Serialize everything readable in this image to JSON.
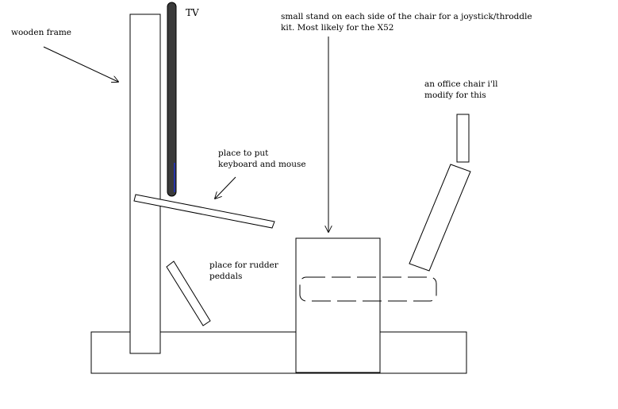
{
  "labels": {
    "wooden_frame": "wooden frame",
    "tv": "TV",
    "keyboard_line1": "place to put",
    "keyboard_line2": "keyboard and mouse",
    "rudder_line1": "place for rudder",
    "rudder_line2": "peddals",
    "stand_line1": "small stand on each side of the chair for a joystick/throddle",
    "stand_line2": "kit. Most likely for the X52",
    "chair_line1": "an office chair i'll",
    "chair_line2": "modify for this"
  },
  "colors": {
    "stroke": "#000000",
    "tv_fill": "#3a3a3a",
    "tv_highlight": "#2233cc",
    "background": "#ffffff"
  }
}
